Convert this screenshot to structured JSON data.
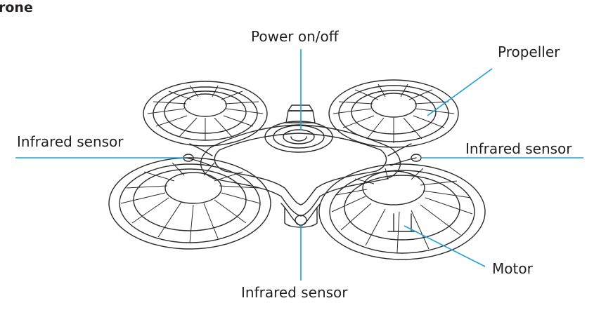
{
  "heading": "rone",
  "callouts": {
    "power": "Power on/off",
    "propeller": "Propeller",
    "infrared_left": "Infrared sensor",
    "infrared_right": "Infrared sensor",
    "infrared_bottom": "Infrared sensor",
    "motor": "Motor"
  },
  "colors": {
    "leader_line": "#1ba1d8",
    "drawing": "#2b2b2b",
    "text": "#231f20"
  }
}
